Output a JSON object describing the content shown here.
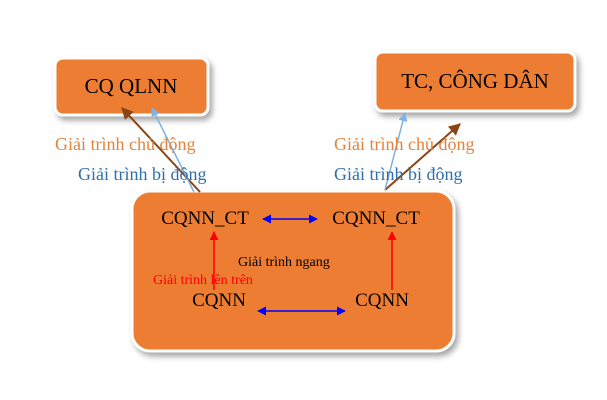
{
  "colors": {
    "box_fill": "#ED7D31",
    "box_border": "#ffffff",
    "proactive_text": "#E1843F",
    "passive_text": "#2E6FAD",
    "upward_text": "#FF0000",
    "horizontal_arrow": "#0000FF",
    "upward_arrow": "#FF0000",
    "proactive_arrow": "#8B4513",
    "passive_arrow": "#7FB2E0"
  },
  "boxes": {
    "left_top": "CQ QLNN",
    "right_top": "TC, CÔNG DÂN"
  },
  "nodes": {
    "top_left": "CQNN_CT",
    "top_right": "CQNN_CT",
    "bottom_left": "CQNN",
    "bottom_right": "CQNN"
  },
  "labels": {
    "left_proactive": "Giải trình chủ động",
    "left_passive": "Giải trình bị động",
    "right_proactive": "Giải trình chủ động",
    "right_passive": "Giải trình bị động",
    "horizontal": "Giải trình ngang",
    "upward": "Giải trình lên trên"
  }
}
